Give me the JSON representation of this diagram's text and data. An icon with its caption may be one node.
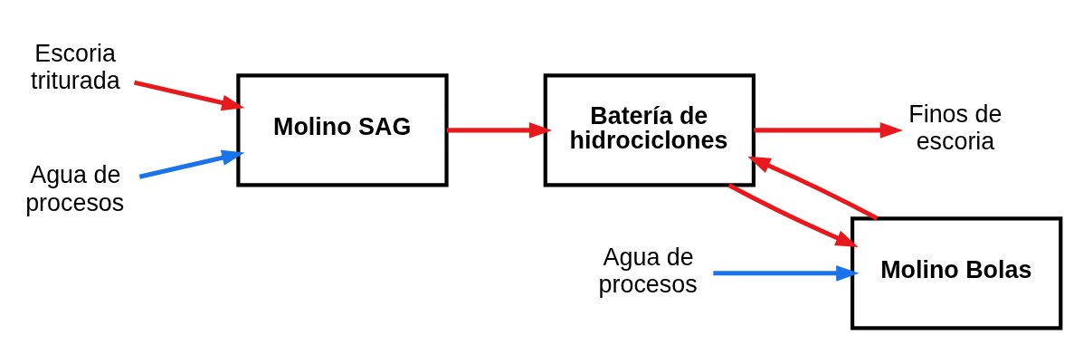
{
  "diagram": {
    "nodes": [
      {
        "text": [
          "Escoria triturada"
        ]
      },
      {
        "text": [
          "Agua de procesos"
        ]
      },
      {
        "text": [
          "Molino SAG"
        ]
      },
      {
        "text": [
          "Batería de hidrociclones"
        ]
      },
      {
        "text": [
          "Finos de escoria"
        ]
      },
      {
        "text": [
          "Agua de procesos"
        ]
      },
      {
        "text": [
          "Molino Bolas"
        ]
      }
    ],
    "edges": [
      {
        "from": 0,
        "to": 2,
        "arrow": "to"
      },
      {
        "from": 1,
        "to": 2,
        "arrow": "to",
        "color": "#1a73e8"
      },
      {
        "from": 2,
        "to": 3,
        "arrow": "to"
      },
      {
        "from": 3,
        "to": 6,
        "arrow": "to"
      },
      {
        "from": 6,
        "to": 3,
        "arrow": "to"
      },
      {
        "from": 5,
        "to": 6,
        "arrow": "to",
        "color": "#1a73e8"
      },
      {
        "from": 3,
        "to": 4,
        "arrow": "to"
      }
    ]
  }
}
